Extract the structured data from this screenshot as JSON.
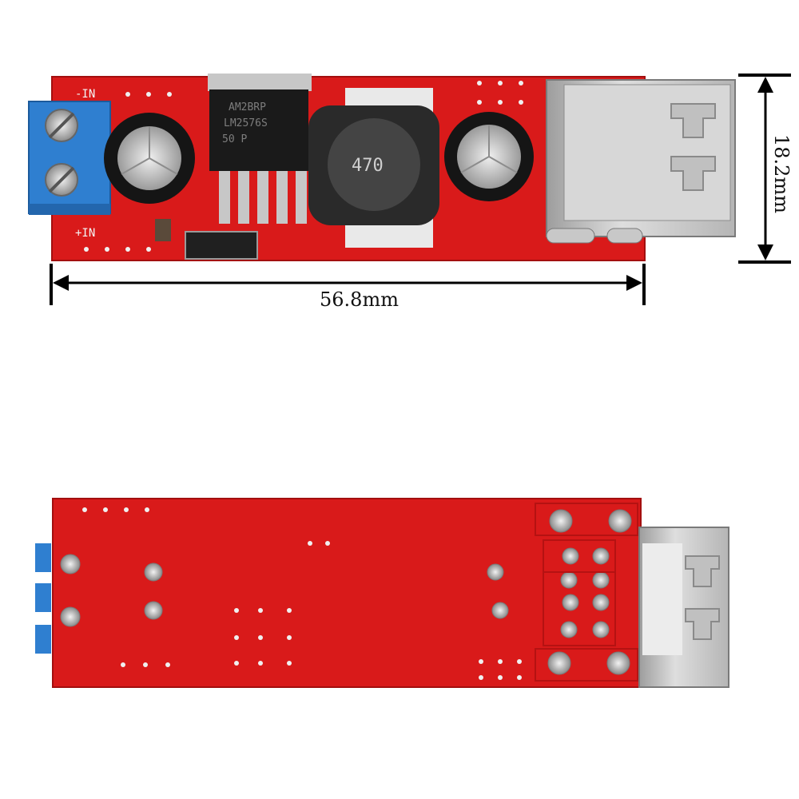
{
  "dimensions": {
    "length_label": "56.8mm",
    "width_label": "18.2mm"
  },
  "silkscreen": {
    "in_minus": "-IN",
    "in_plus": "+IN"
  },
  "components": {
    "regulator_line1": "LM2576S",
    "regulator_line2": "50 P",
    "regulator_brand": "AM2BRP",
    "inductor_marking": "470"
  },
  "colors": {
    "pcb": "#d91a1a",
    "terminal": "#2f7fd0",
    "usb_metal": "#c9c9c9",
    "dimension_line": "#000000"
  }
}
